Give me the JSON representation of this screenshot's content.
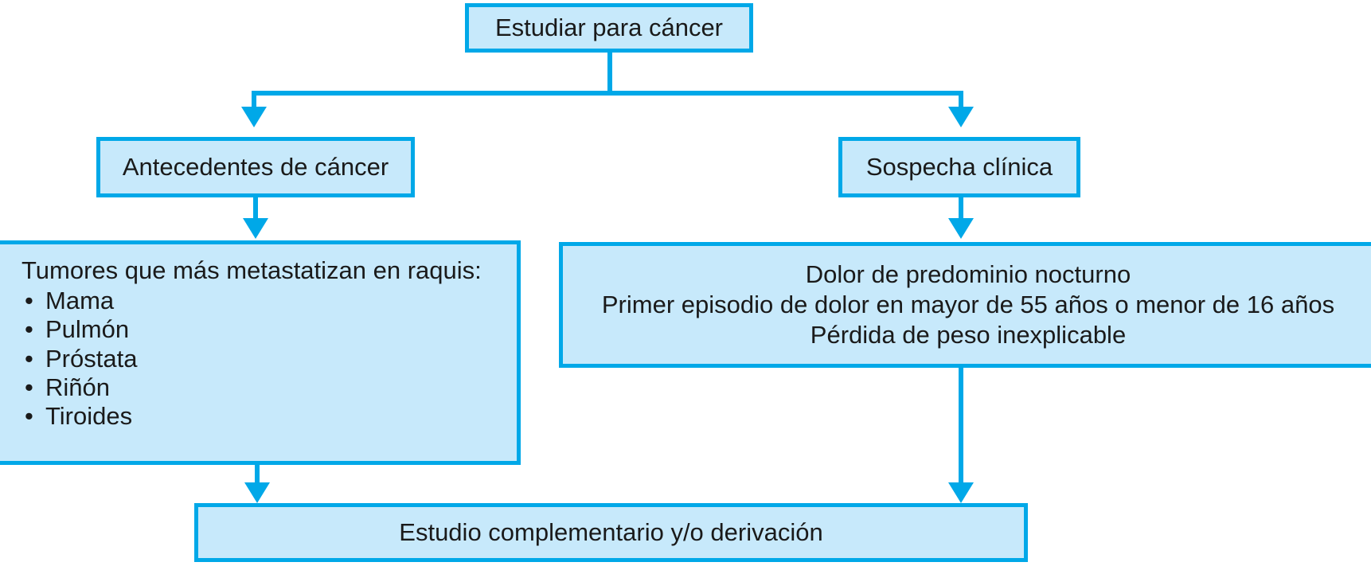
{
  "diagram": {
    "title": "Estudiar para cáncer",
    "type": "flowchart",
    "colors": {
      "node_fill": "#c7e9fb",
      "node_border": "#00a8e8",
      "connector": "#00a8e8",
      "text": "#1a1a1a",
      "background": "#ffffff"
    },
    "nodes": {
      "root": {
        "label": "Estudiar para cáncer"
      },
      "history": {
        "label": "Antecedentes de cáncer"
      },
      "suspicion": {
        "label": "Sospecha clínica"
      },
      "tumors": {
        "title": "Tumores que más metastatizan en raquis:",
        "items": [
          "Mama",
          "Pulmón",
          "Próstata",
          "Riñón",
          "Tiroides"
        ]
      },
      "redflags": {
        "label": "Dolor de predominio nocturno\nPrimer episodio de dolor en mayor de 55 años o menor de 16 años\nPérdida de peso inexplicable"
      },
      "workup": {
        "label": "Estudio complementario y/o derivación"
      }
    }
  }
}
